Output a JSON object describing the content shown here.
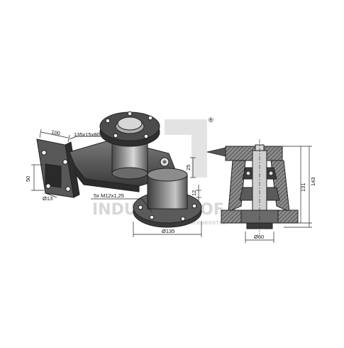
{
  "watermark": {
    "brand": "INDUSTRIEHOF",
    "subline": "SCHERDBOSTEL",
    "registered": "®"
  },
  "left_view": {
    "dim_100": "100",
    "dim_135x15x80": "135x15x80",
    "dim_50": "50",
    "dim_13": "Ø13",
    "dim_25": "25",
    "dim_12": "12",
    "dim_thread": "5x M12x1,25",
    "dim_135": "Ø135"
  },
  "right_view": {
    "dim_131": "131",
    "dim_143": "143",
    "dim_60": "Ø60"
  },
  "colors": {
    "dark_part": "#3a3a3a",
    "mid_part": "#6e6e6e",
    "light_part": "#bdbdbd",
    "watermark": "#d7d7d7"
  }
}
